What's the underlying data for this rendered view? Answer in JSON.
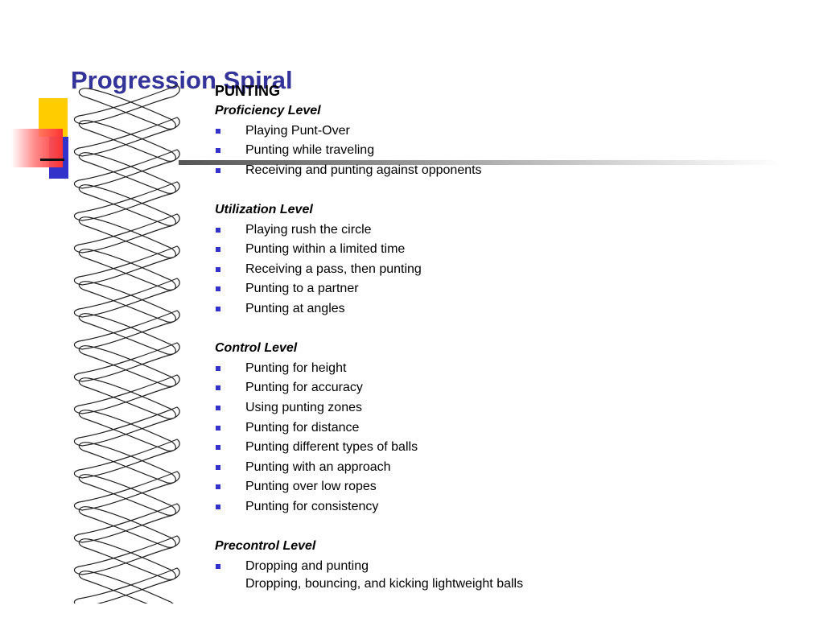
{
  "slide": {
    "title": "Progression Spiral",
    "section": "PUNTING",
    "levels": [
      {
        "heading": "Proficiency Level",
        "items": [
          "Playing Punt-Over",
          "Punting while traveling",
          "Receiving and punting against opponents"
        ]
      },
      {
        "heading": "Utilization Level",
        "items": [
          "Playing rush the circle",
          "Punting within a limited time",
          "Receiving a pass, then punting",
          "Punting to a partner",
          "Punting at angles"
        ]
      },
      {
        "heading": "Control Level",
        "items": [
          "Punting for height",
          "Punting for accuracy",
          "Using punting zones",
          "Punting for distance",
          "Punting different types of balls",
          "Punting with an approach",
          "Punting over low ropes",
          "Punting for consistency"
        ]
      },
      {
        "heading": "Precontrol Level",
        "items": [
          "Dropping and punting"
        ],
        "item_subline": "Dropping, bouncing, and kicking lightweight balls"
      }
    ]
  },
  "colors": {
    "title": "#333399",
    "bullet": "#3333cc",
    "accent_yellow": "#ffcc00",
    "accent_red": "#ff3333"
  },
  "decoration": {
    "spiral_icon": "spiral-ribbon-graphic"
  }
}
